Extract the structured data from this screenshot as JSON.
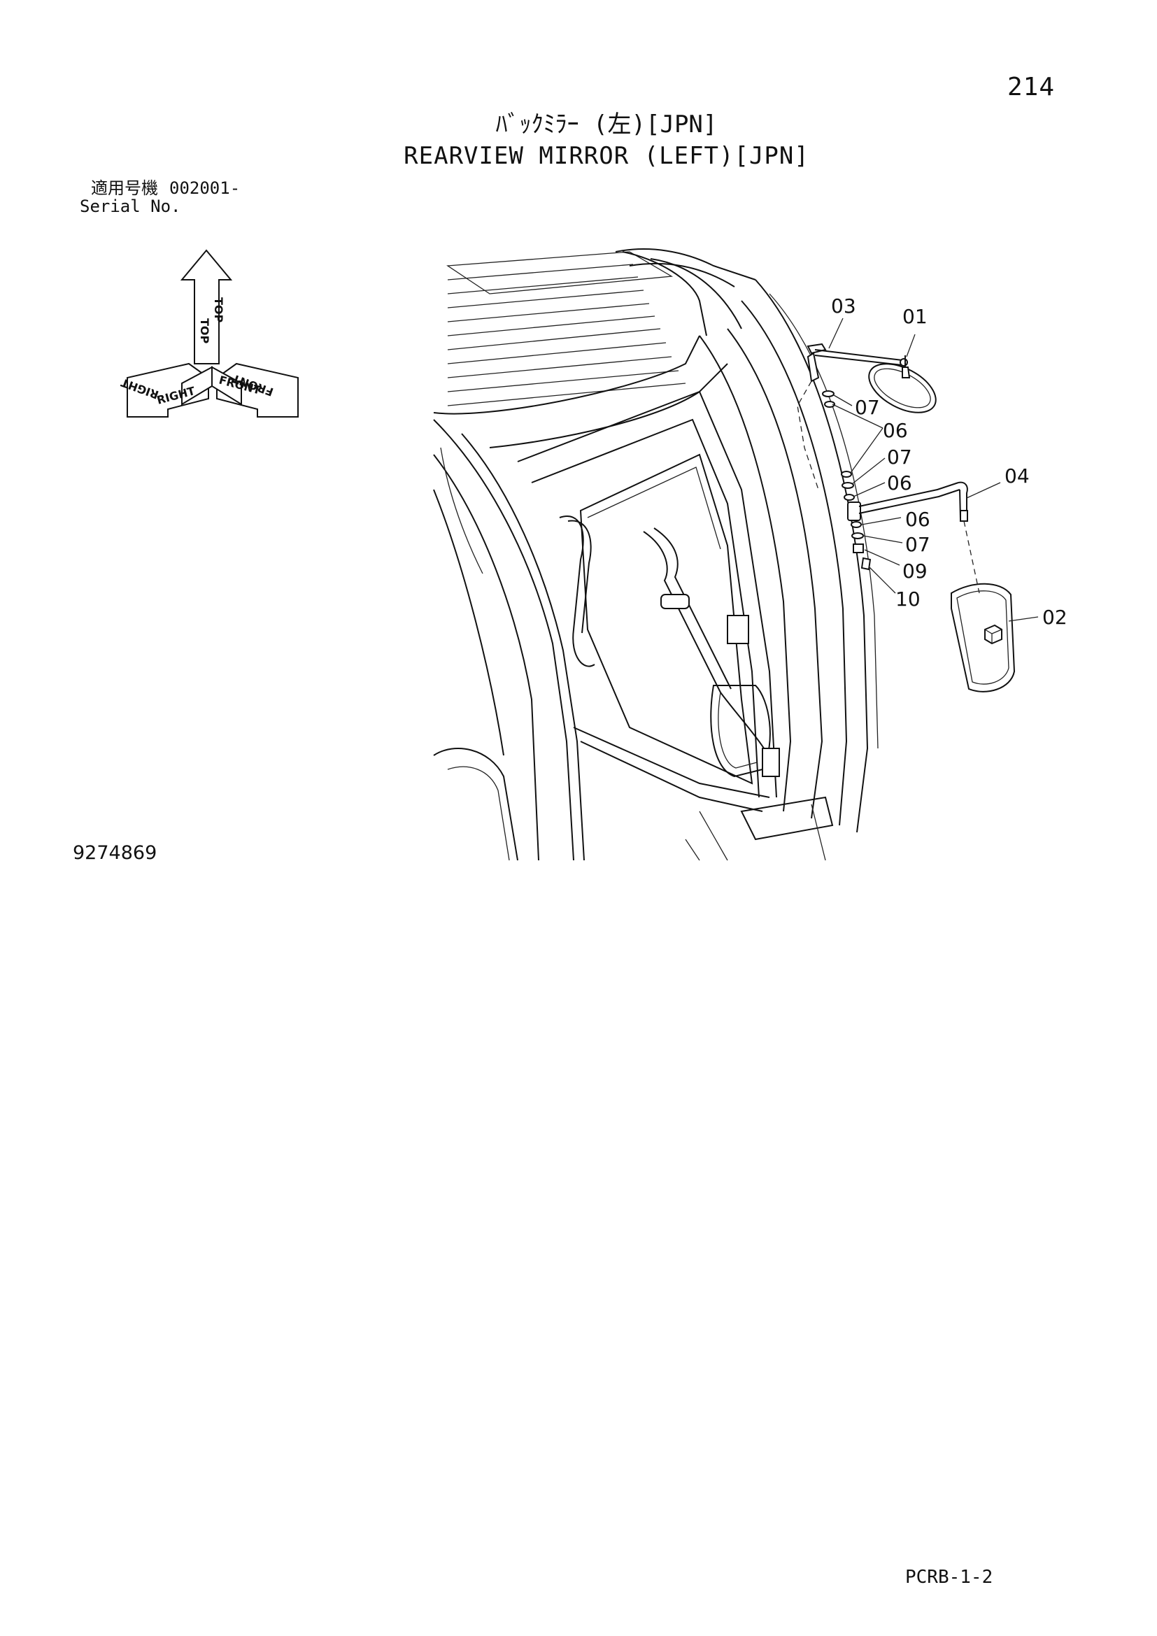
{
  "page_number": "214",
  "title_ja": "ﾊﾞｯｸﾐﾗｰ (左)[JPN]",
  "title_en": "REARVIEW MIRROR (LEFT)[JPN]",
  "serial": {
    "label_ja": "適用号機",
    "value": "002001-",
    "label_en": "Serial No."
  },
  "orientation": {
    "top": "TOP",
    "right": "RIGHT",
    "front": "FRONT"
  },
  "callouts": {
    "c01": "01",
    "c02": "02",
    "c03": "03",
    "c04": "04",
    "c06a": "06",
    "c06b": "06",
    "c06c": "06",
    "c07a": "07",
    "c07b": "07",
    "c07c": "07",
    "c09": "09",
    "c10": "10"
  },
  "drawing_number": "9274869",
  "footer_code": "PCRB-1-2"
}
